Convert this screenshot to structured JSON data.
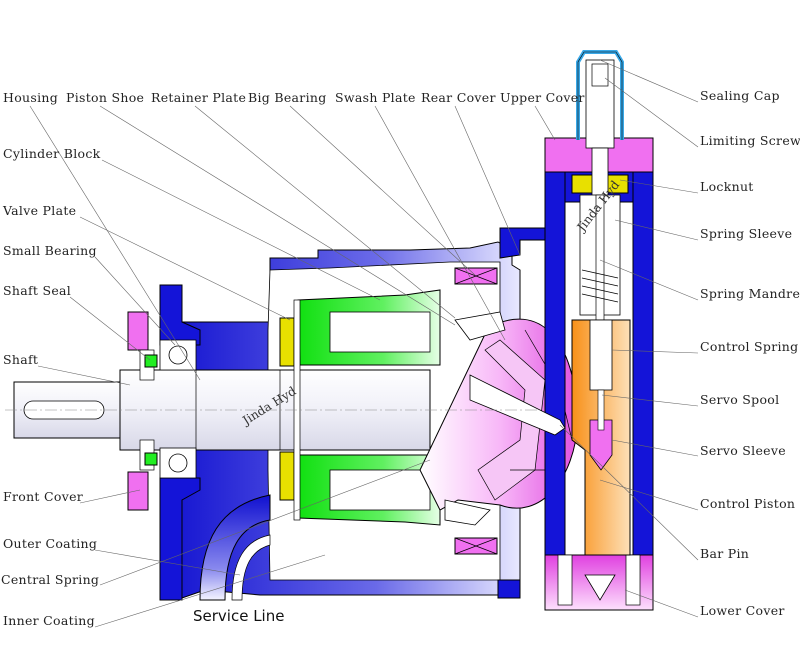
{
  "watermark": "Jinda Hyd",
  "service_line": "Service Line",
  "top_labels": [
    "Housing",
    "Piston Shoe",
    "Retainer Plate",
    "Big Bearing",
    "Swash Plate",
    "Rear Cover",
    "Upper Cover"
  ],
  "left_labels": [
    "Cylinder Block",
    "Valve Plate",
    "Small Bearing",
    "Shaft Seal",
    "Shaft",
    "Front Cover",
    "Outer Coating",
    "Central Spring",
    "Inner Coating"
  ],
  "right_labels": [
    "Sealing Cap",
    "Limiting Screw",
    "Locknut",
    "Spring Sleeve",
    "Spring Mandrel",
    "Control Spring",
    "Servo Spool",
    "Servo Sleeve",
    "Control Piston",
    "Bar Pin",
    "Lower Cover"
  ],
  "colors": {
    "housing": "#1414d8",
    "cylinder": "#22ee22",
    "swash": "#f070f0",
    "servo": "#f7a030",
    "cap": "#38a8e8",
    "bearing": "#e8e000"
  }
}
